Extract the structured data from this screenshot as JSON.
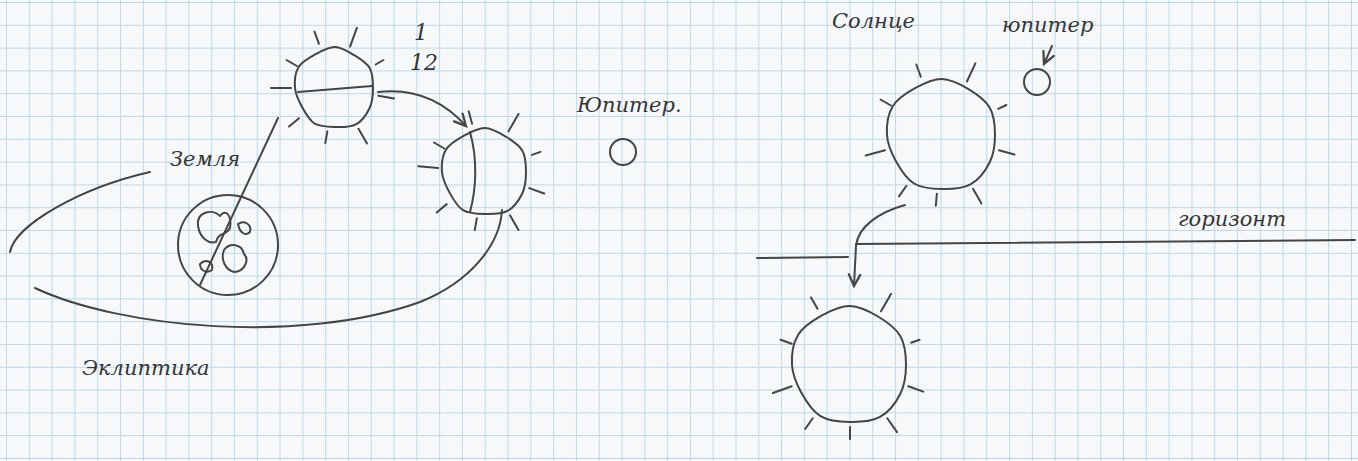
{
  "diagram": {
    "nodes": [
      {
        "text": [
          "Земля"
        ]
      },
      {
        "text": [
          "Юпитер."
        ]
      },
      {
        "text": [
          "Солнце"
        ]
      },
      {
        "text": [
          "юпитер"
        ]
      }
    ],
    "labels": [
      "1",
      "12",
      "Эклиптика",
      "горизонт"
    ]
  }
}
